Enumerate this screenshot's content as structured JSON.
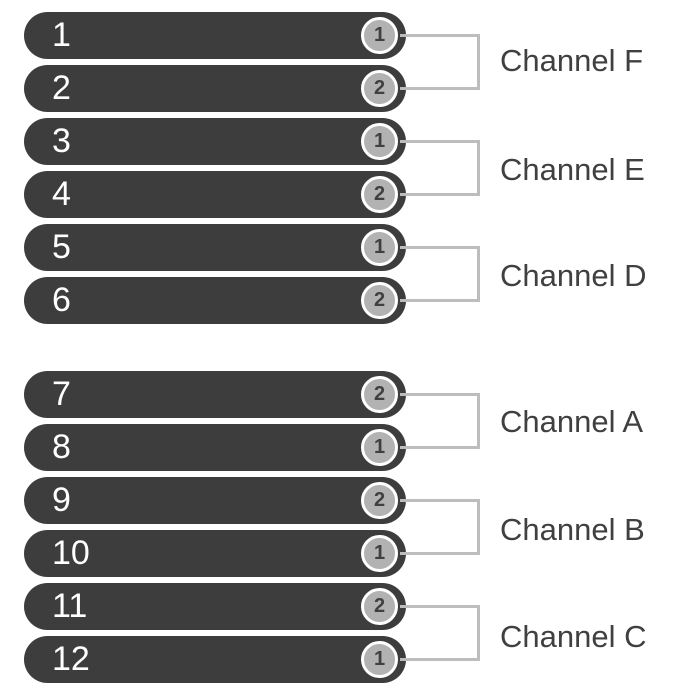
{
  "rows": [
    {
      "label": "1",
      "port": "1"
    },
    {
      "label": "2",
      "port": "2"
    },
    {
      "label": "3",
      "port": "1"
    },
    {
      "label": "4",
      "port": "2"
    },
    {
      "label": "5",
      "port": "1"
    },
    {
      "label": "6",
      "port": "2"
    },
    {
      "label": "7",
      "port": "2"
    },
    {
      "label": "8",
      "port": "1"
    },
    {
      "label": "9",
      "port": "2"
    },
    {
      "label": "10",
      "port": "1"
    },
    {
      "label": "11",
      "port": "2"
    },
    {
      "label": "12",
      "port": "1"
    }
  ],
  "channels": [
    {
      "label": "Channel F"
    },
    {
      "label": "Channel E"
    },
    {
      "label": "Channel D"
    },
    {
      "label": "Channel A"
    },
    {
      "label": "Channel B"
    },
    {
      "label": "Channel C"
    }
  ],
  "colors": {
    "slot": "#3d3d3d",
    "port": "#b2b2b2",
    "bracket": "#bdbdbd",
    "label": "#404040"
  }
}
